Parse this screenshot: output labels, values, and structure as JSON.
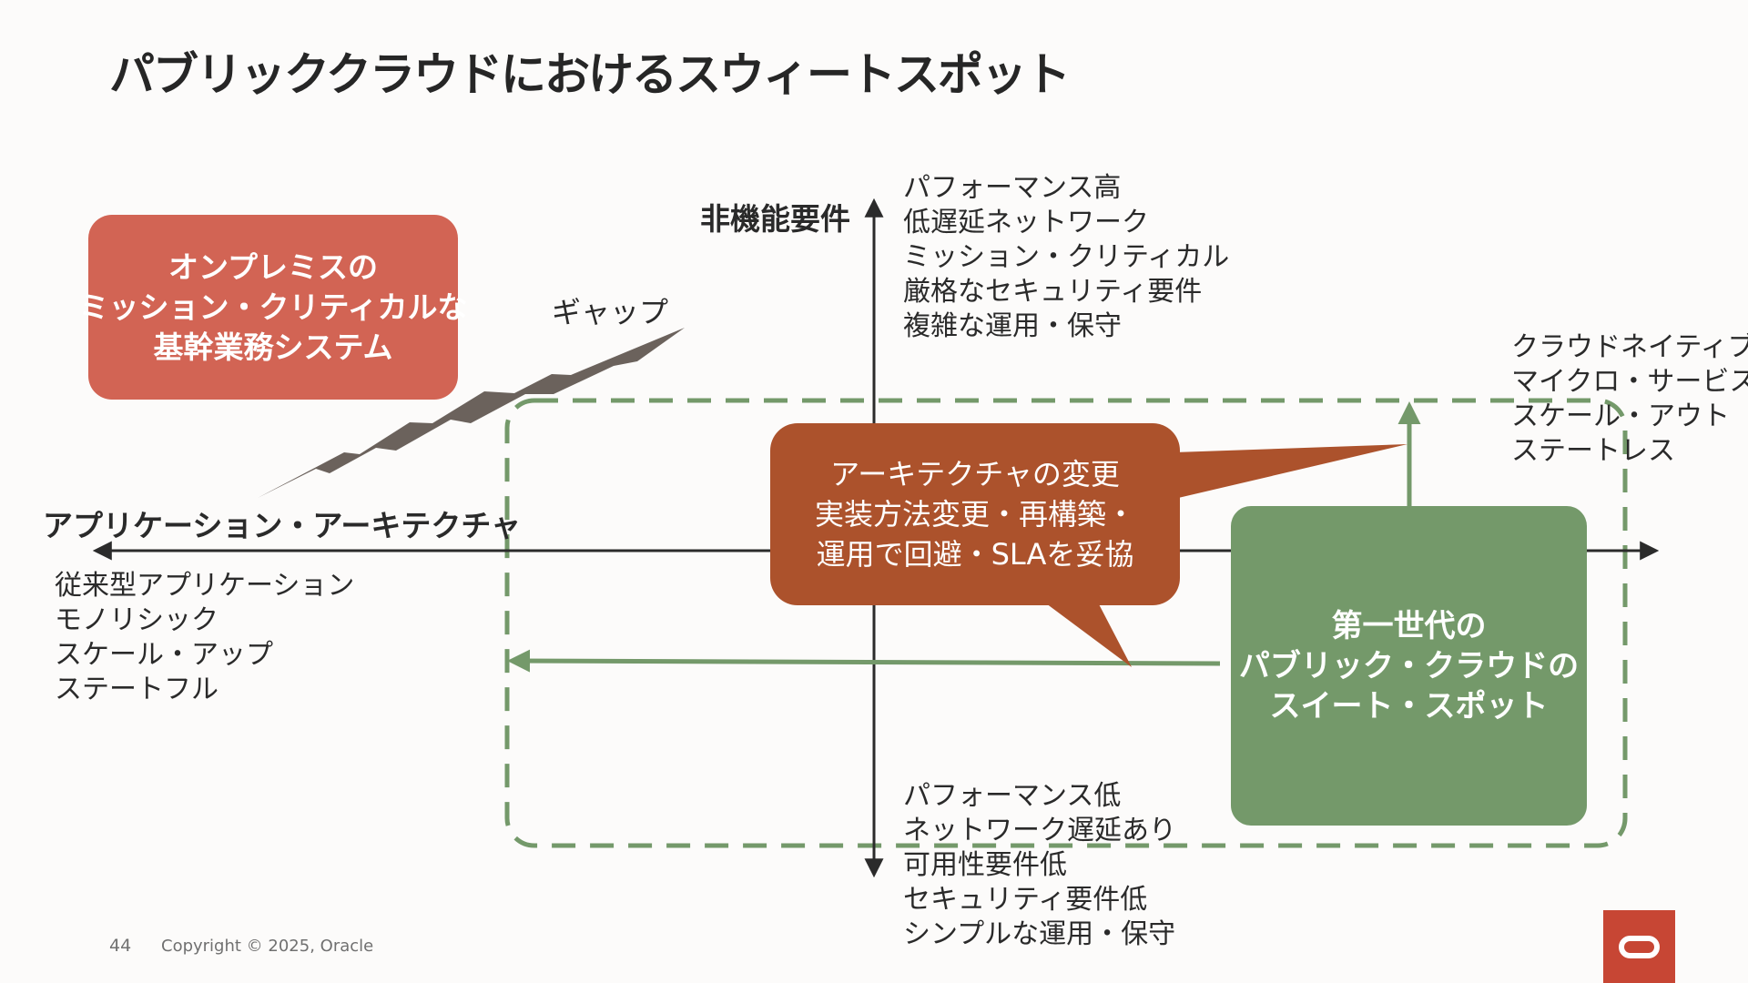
{
  "slide": {
    "title": "パブリッククラウドにおけるスウィートスポット"
  },
  "axes": {
    "vertical_label": "非機能要件",
    "horizontal_label": "アプリケーション・アーキテクチャ"
  },
  "lists": {
    "top": [
      "パフォーマンス高",
      "低遅延ネットワーク",
      "ミッション・クリティカル",
      "厳格なセキュリティ要件",
      "複雑な運用・保守"
    ],
    "bottom": [
      "パフォーマンス低",
      "ネットワーク遅延あり",
      "可用性要件低",
      "セキュリティ要件低",
      "シンプルな運用・保守"
    ],
    "left": [
      "従来型アプリケーション",
      "モノリシック",
      "スケール・アップ",
      "ステートフル"
    ],
    "right": [
      "クラウドネイティブ",
      "マイクロ・サービス",
      "スケール・アウト",
      "ステートレス"
    ]
  },
  "boxes": {
    "onprem": [
      "オンプレミスの",
      "ミッション・クリティカルな",
      "基幹業務システム"
    ],
    "callout": [
      "アーキテクチャの変更",
      "実装方法変更・再構築・",
      "運用で回避・SLAを妥協"
    ],
    "sweetspot": [
      "第一世代の",
      "パブリック・クラウドの",
      "スイート・スポット"
    ]
  },
  "gap_label": "ギャップ",
  "footer": {
    "page_number": "44",
    "copyright": "Copyright © 2025, Oracle"
  },
  "colors": {
    "onprem_box": "#d26454",
    "callout_box": "#ac522c",
    "sweetspot_box": "#74996a",
    "dashed_region": "#74996a",
    "gap_shape": "#6b625c",
    "oracle_brand": "#c74634"
  },
  "icons": {
    "logo": "oracle-logo-icon"
  }
}
